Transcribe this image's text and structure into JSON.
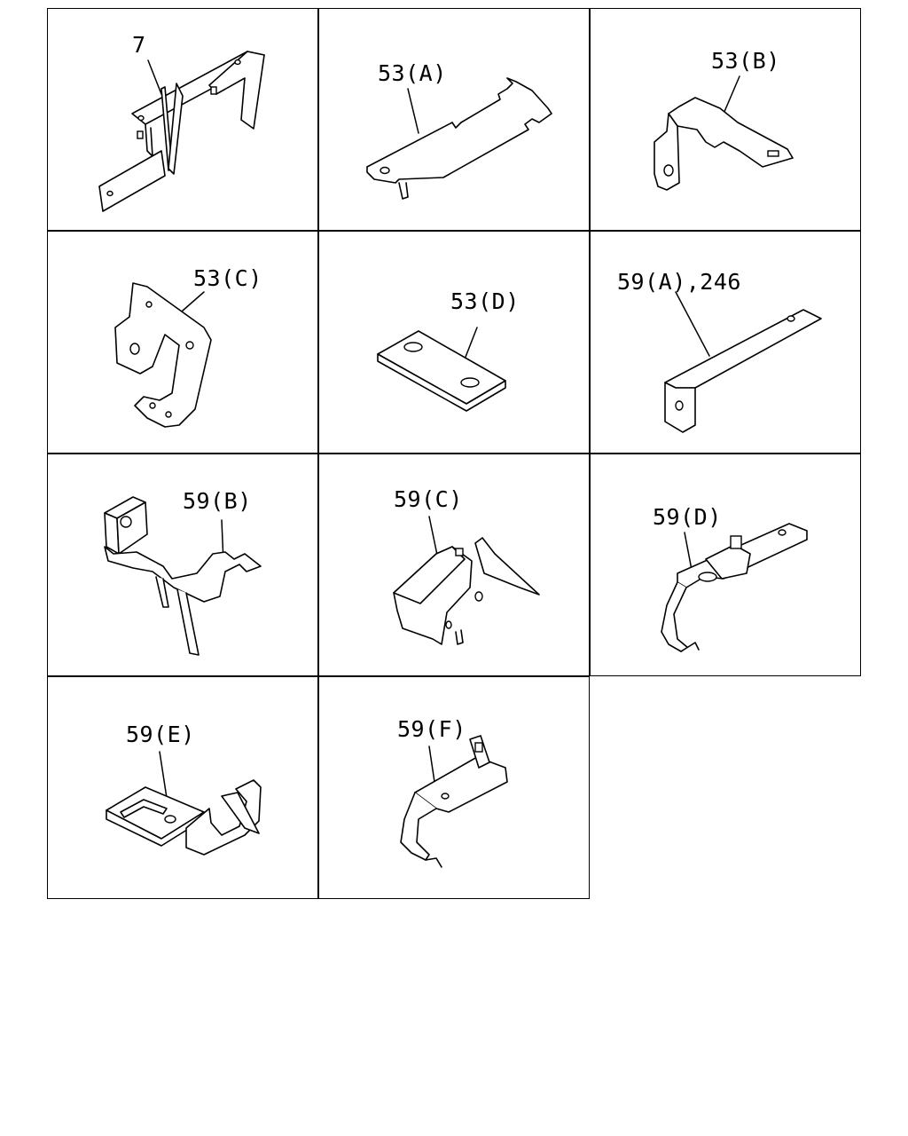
{
  "parts": [
    {
      "id": "p7",
      "label": "7"
    },
    {
      "id": "p53a",
      "label": "53(A)"
    },
    {
      "id": "p53b",
      "label": "53(B)"
    },
    {
      "id": "p53c",
      "label": "53(C)"
    },
    {
      "id": "p53d",
      "label": "53(D)"
    },
    {
      "id": "p59a",
      "label": "59(A),246"
    },
    {
      "id": "p59b",
      "label": "59(B)"
    },
    {
      "id": "p59c",
      "label": "59(C)"
    },
    {
      "id": "p59d",
      "label": "59(D)"
    },
    {
      "id": "p59e",
      "label": "59(E)"
    },
    {
      "id": "p59f",
      "label": "59(F)"
    }
  ]
}
